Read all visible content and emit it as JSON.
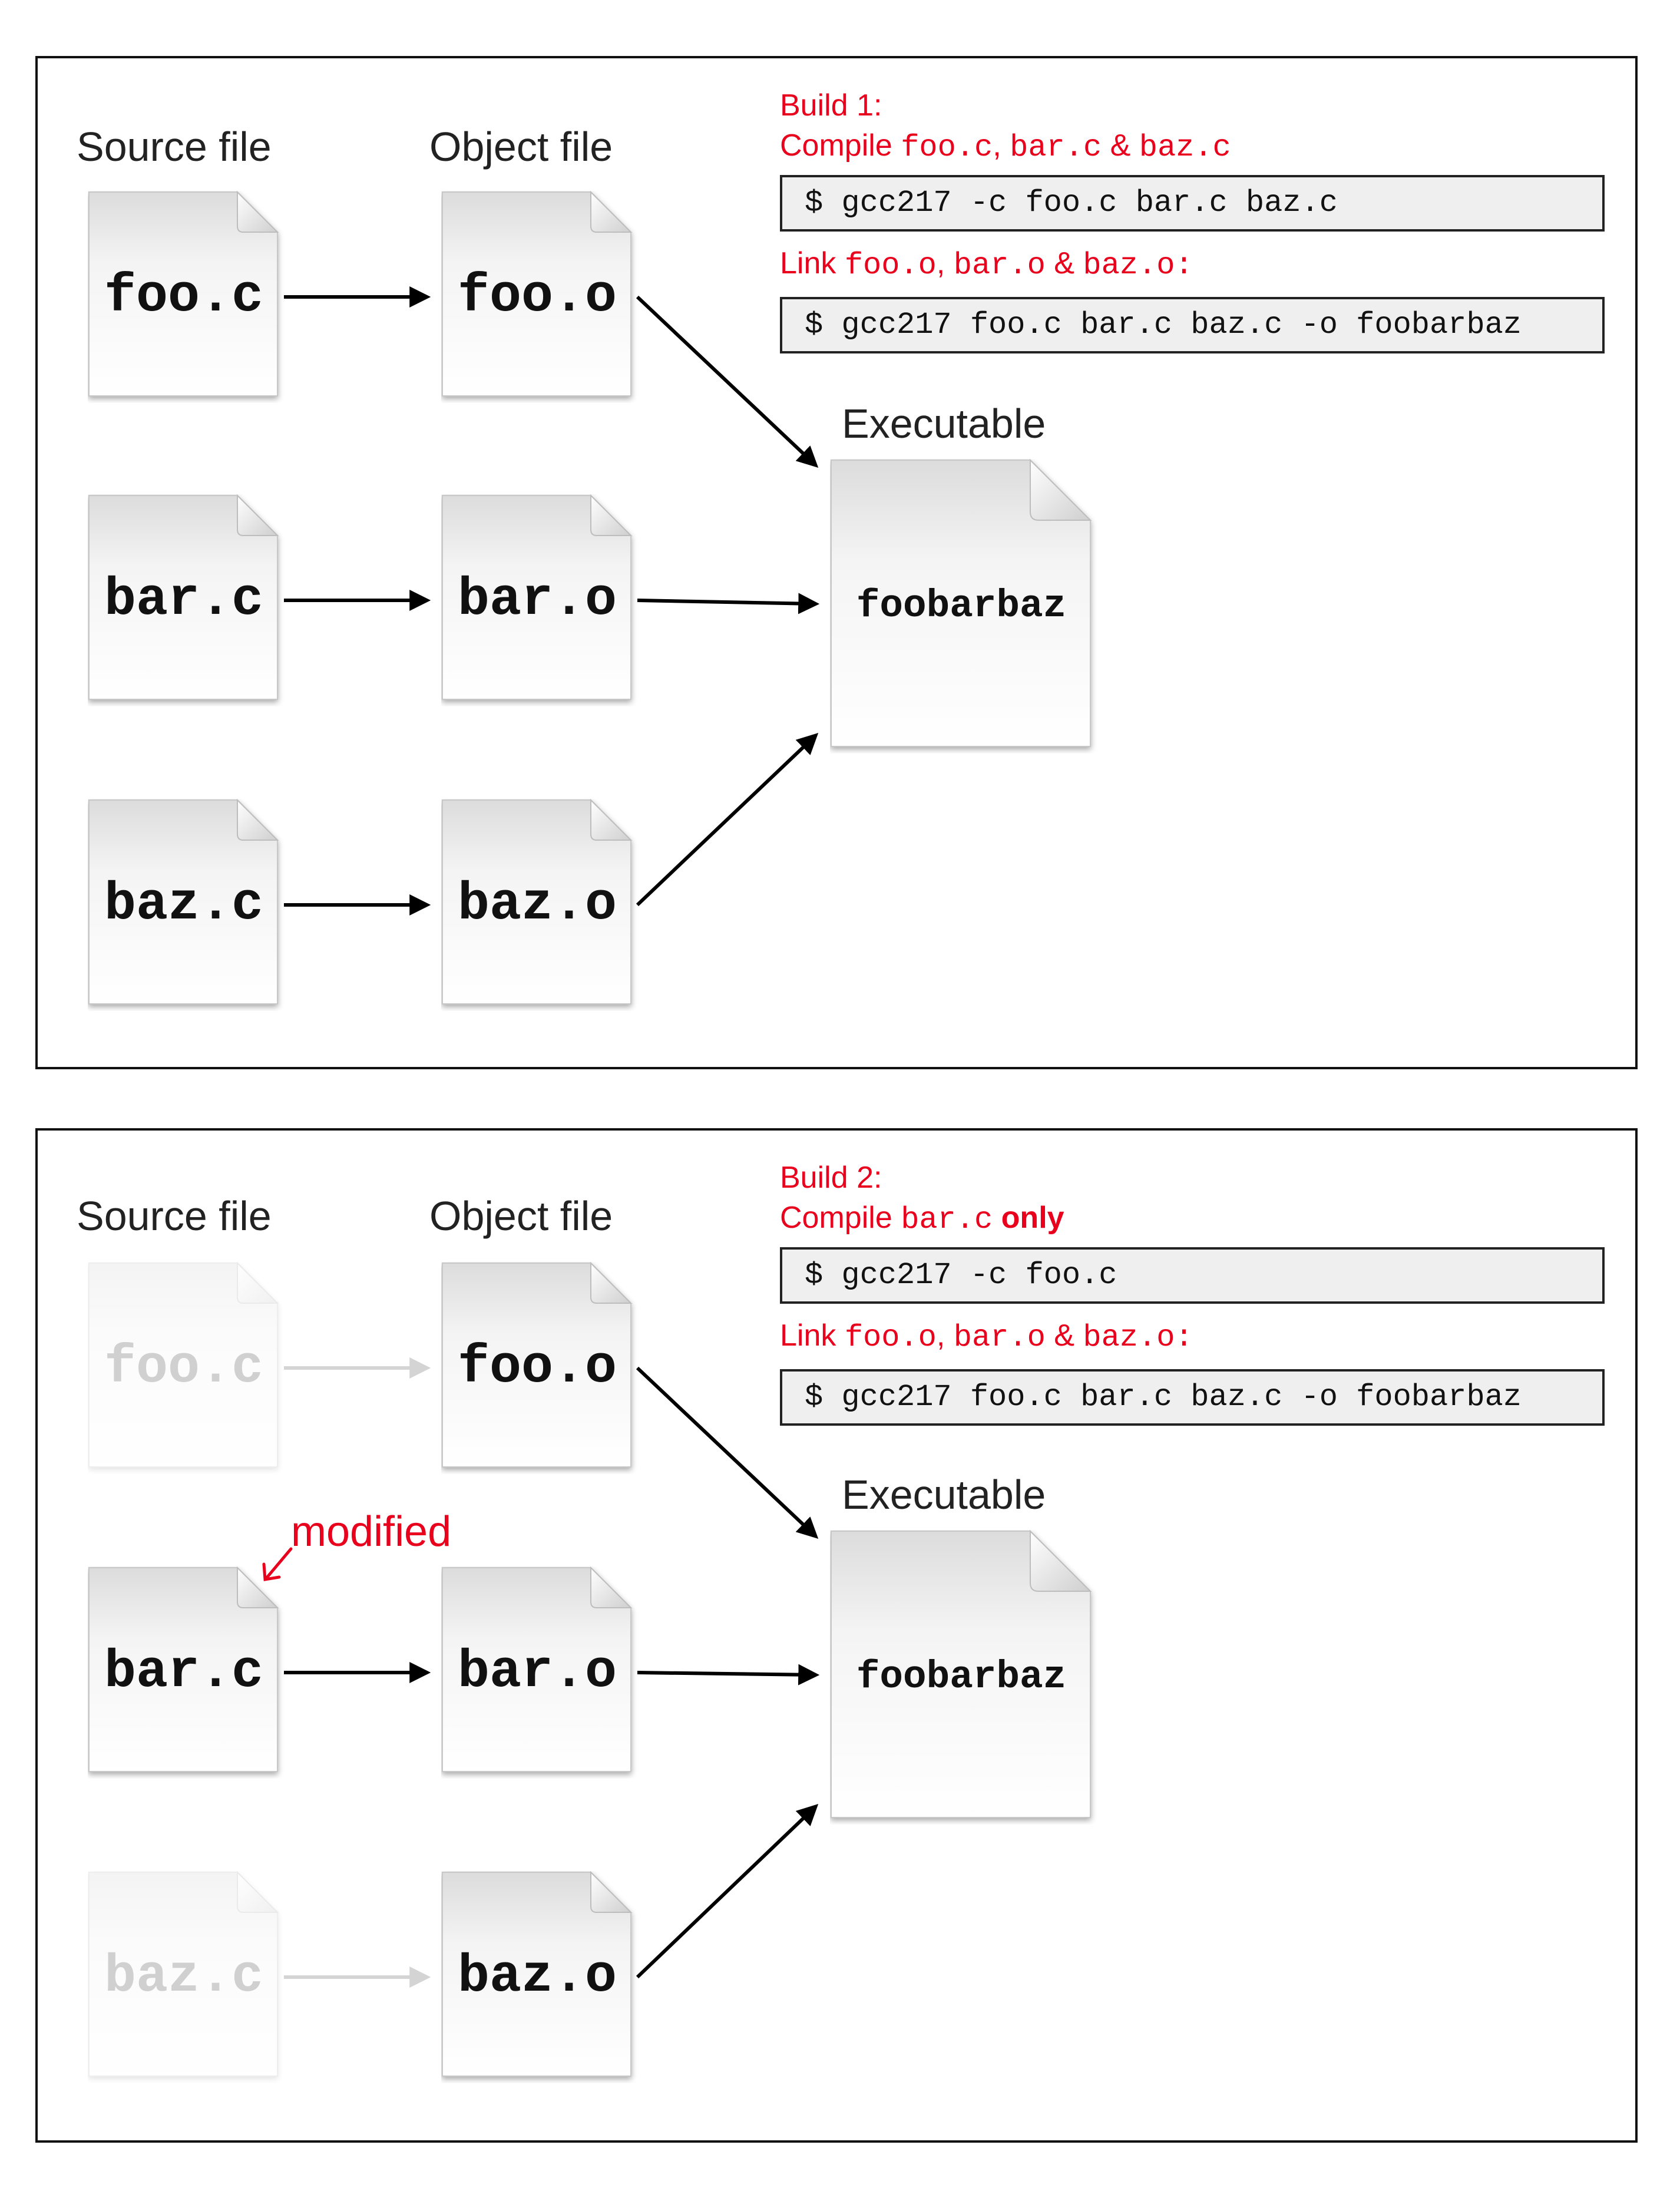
{
  "columns": {
    "source": "Source file",
    "object": "Object file",
    "executable": "Executable"
  },
  "panel1": {
    "build_title": "Build 1:",
    "compile_prefix": "Compile ",
    "compile_files": [
      "foo.c",
      "bar.c",
      "baz.c"
    ],
    "compile_sep1": ", ",
    "compile_sep2": " & ",
    "compile_cmd": "$ gcc217 -c foo.c bar.c baz.c",
    "link_prefix": "Link ",
    "link_files": [
      "foo.o",
      "bar.o",
      "baz.o"
    ],
    "link_sep1": ", ",
    "link_sep2": " & ",
    "link_suffix": ":",
    "link_cmd": "$ gcc217 foo.c bar.c baz.c -o foobarbaz",
    "sources": [
      "foo.c",
      "bar.c",
      "baz.c"
    ],
    "objects": [
      "foo.o",
      "bar.o",
      "baz.o"
    ],
    "executable": "foobarbaz"
  },
  "panel2": {
    "build_title": "Build 2:",
    "compile_prefix": "Compile ",
    "compile_file": "bar.c",
    "compile_only": "only",
    "compile_cmd": "$ gcc217 -c foo.c",
    "link_prefix": "Link ",
    "link_files": [
      "foo.o",
      "bar.o",
      "baz.o"
    ],
    "link_sep1": ", ",
    "link_sep2": " & ",
    "link_suffix": ":",
    "link_cmd": "$ gcc217 foo.c bar.c baz.c -o foobarbaz",
    "sources": [
      "foo.c",
      "bar.c",
      "baz.c"
    ],
    "objects": [
      "foo.o",
      "bar.o",
      "baz.o"
    ],
    "executable": "foobarbaz",
    "modified_note": "modified",
    "faded_sources": [
      "foo.c",
      "baz.c"
    ]
  },
  "colors": {
    "annotation": "#e8001c",
    "command_bg": "#efefef",
    "faded": "#d0d0d0"
  }
}
